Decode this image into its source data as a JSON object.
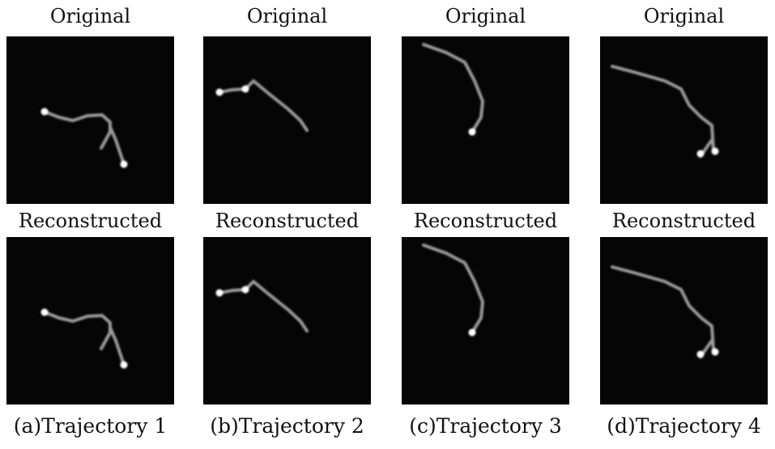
{
  "columns": [
    {
      "original_label": "Original",
      "reconstructed_label": "Reconstructed",
      "caption": "(a)Trajectory 1"
    },
    {
      "original_label": "Original",
      "reconstructed_label": "Reconstructed",
      "caption": "(b)Trajectory 2"
    },
    {
      "original_label": "Original",
      "reconstructed_label": "Reconstructed",
      "caption": "(c)Trajectory 3"
    },
    {
      "original_label": "Original",
      "reconstructed_label": "Reconstructed",
      "caption": "(d)Trajectory 4"
    }
  ]
}
